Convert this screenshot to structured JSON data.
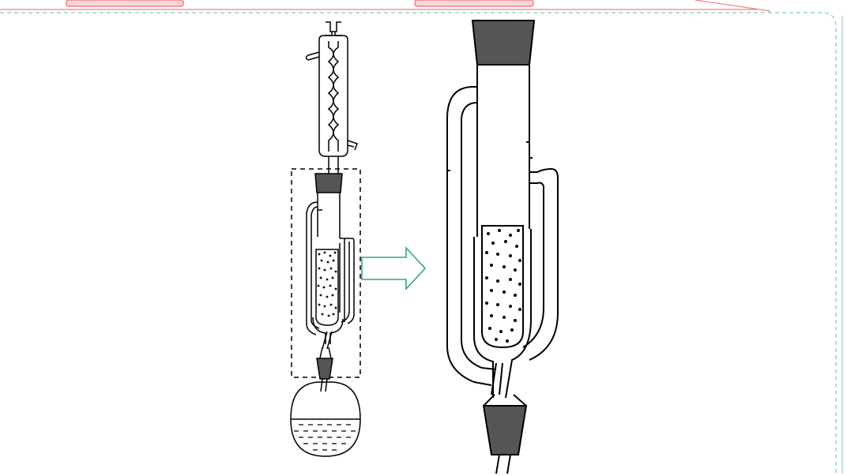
{
  "figure": {
    "subject": "soxhlet-extraction-apparatus",
    "components": [
      "condenser",
      "stopper",
      "extraction-chamber",
      "siphon-tube",
      "sample-thimble",
      "round-bottom-flask"
    ],
    "colors": {
      "outline": "#000000",
      "stopper": "#555555",
      "arrow": "#2aa879",
      "frame_green": "#7fc9a9",
      "frame_red": "#f08080",
      "tab_fill": "#f6d6d6"
    }
  }
}
